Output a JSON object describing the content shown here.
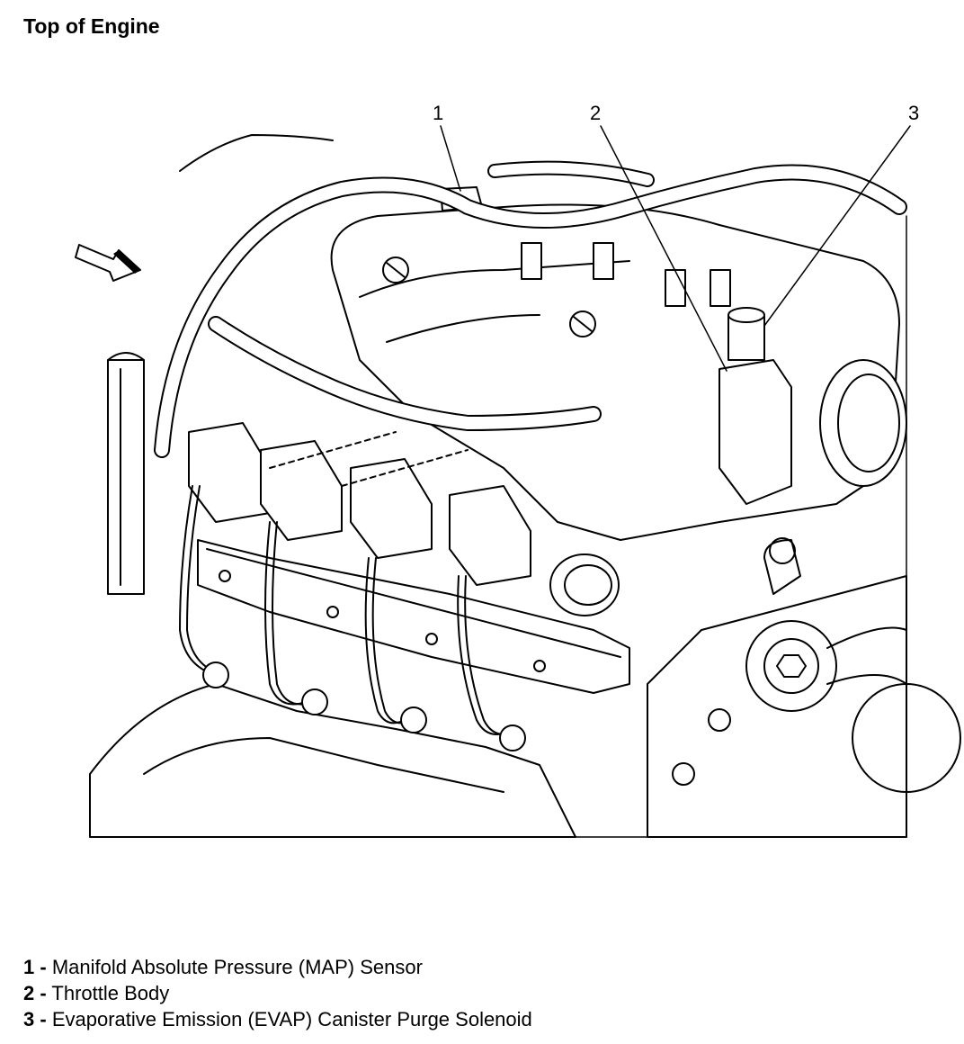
{
  "title": "Top of Engine",
  "callouts": [
    {
      "number": "1",
      "sep": "-",
      "label": "Manifold Absolute Pressure (MAP) Sensor"
    },
    {
      "number": "2",
      "sep": "-",
      "label": "Throttle Body"
    },
    {
      "number": "3",
      "sep": "-",
      "label": "Evaporative Emission (EVAP) Canister Purge Solenoid"
    }
  ],
  "colors": {
    "line": "#000000",
    "background": "#ffffff"
  }
}
